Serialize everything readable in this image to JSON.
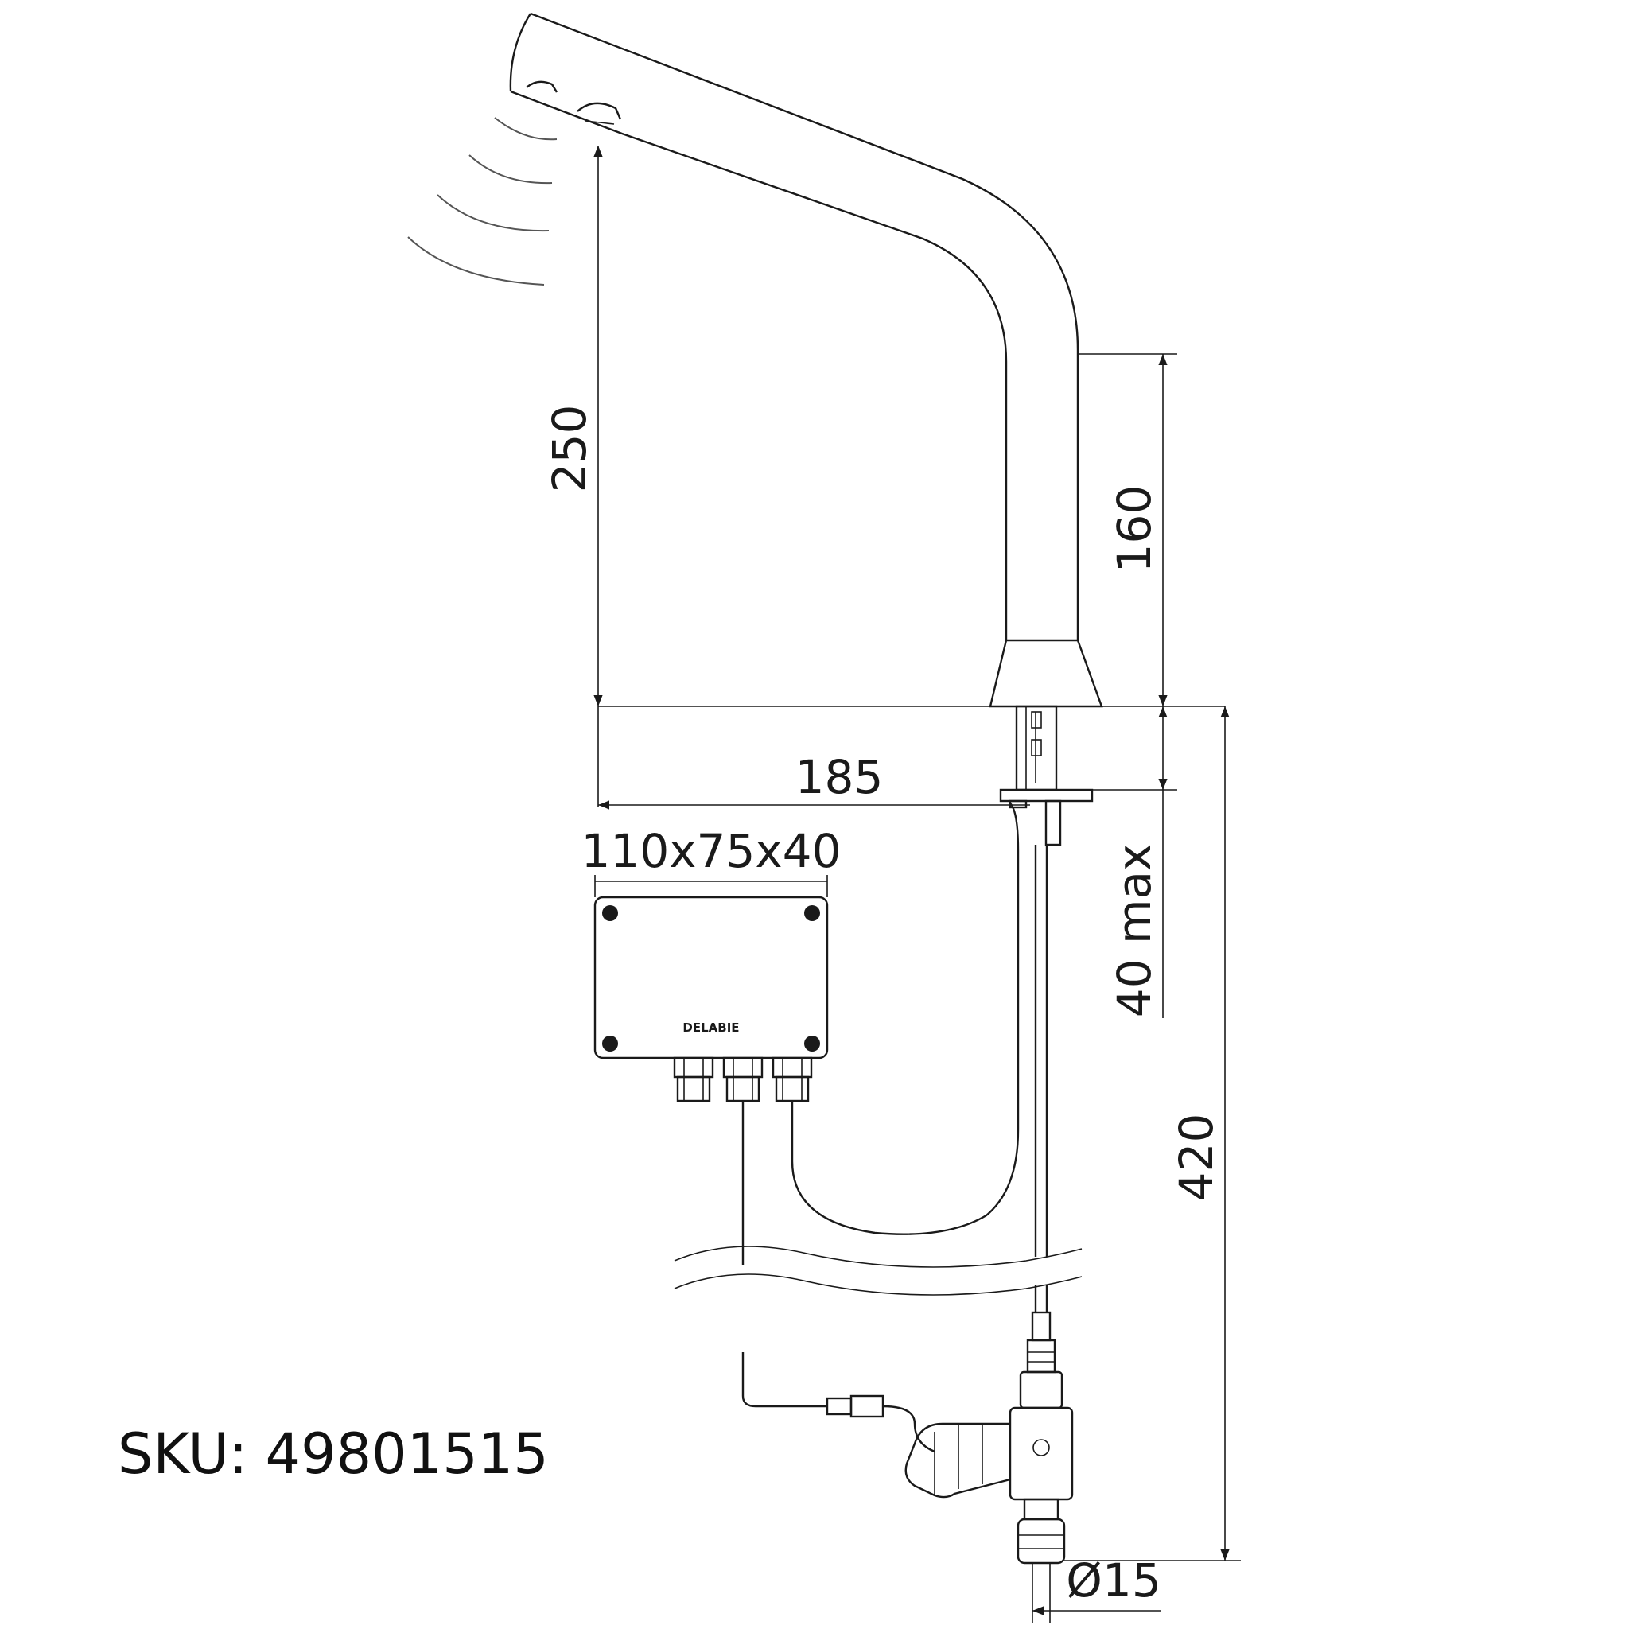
{
  "dimensions": {
    "spout_height": "250",
    "body_height": "160",
    "reach": "185",
    "control_box_size": "110x75x40",
    "deck_thickness": "40 max",
    "total_height": "420",
    "connection_diameter": "Ø15"
  },
  "control_box": {
    "brand": "DELABIE"
  },
  "sku": "SKU: 49801515"
}
